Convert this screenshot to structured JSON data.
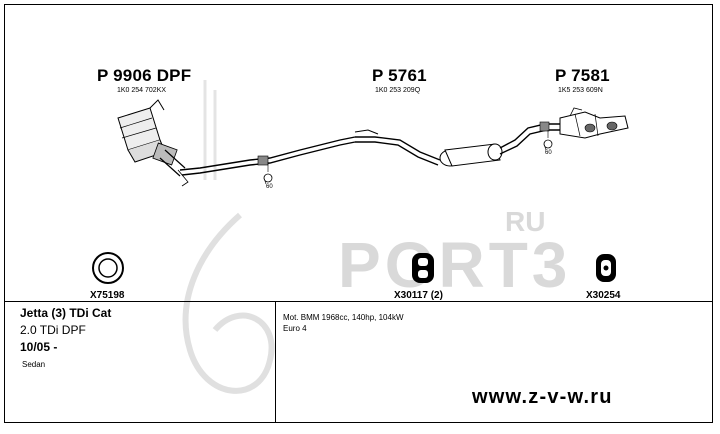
{
  "parts": {
    "p1": {
      "number": "P 9906 DPF",
      "oem": "1K0 254 702KX"
    },
    "p2": {
      "number": "P 5761",
      "oem": "1K0 253 209Q"
    },
    "p3": {
      "number": "P 7581",
      "oem": "1K5 253 609N"
    }
  },
  "dims": {
    "d1": "60",
    "d2": "60"
  },
  "accessories": {
    "a1": "X75198",
    "a2": "X30117 (2)",
    "a3": "X30254"
  },
  "watermark": {
    "brand": "PORT3",
    "domain": "RU"
  },
  "vehicle": {
    "name": "Jetta (3) TDi Cat",
    "engine": "2.0 TDi DPF",
    "year": "10/05 -",
    "body": "Sedan"
  },
  "specs": {
    "motor": "Mot. BMM 1968cc, 140hp, 104kW",
    "emission": "Euro 4"
  },
  "site": {
    "url": "www.z-v-w.ru"
  }
}
